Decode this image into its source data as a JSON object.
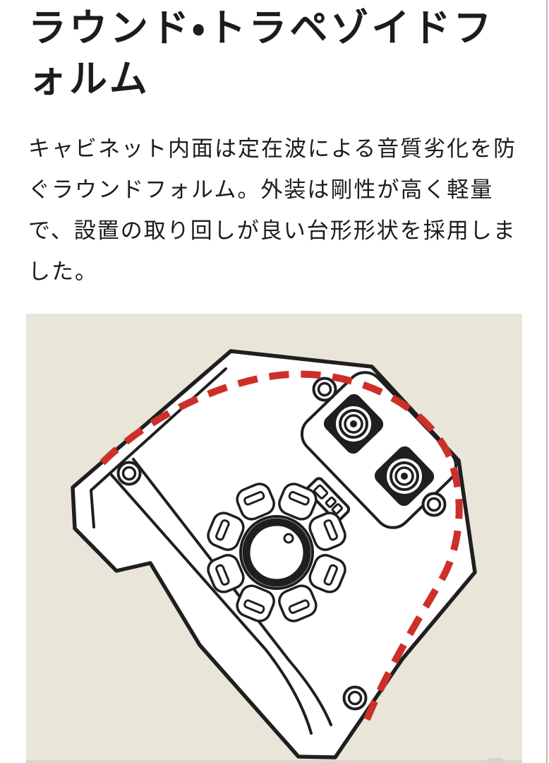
{
  "colors": {
    "page_bg": "#ffffff",
    "text": "#1c1c1c",
    "figure_bg": "#e9e5d8",
    "line": "#1f1f1f",
    "dash_red": "#cd2f29",
    "edge_line": "#b9b7b3",
    "peek_button": "#d6d2c8",
    "figure_strip": "#d9d5c9"
  },
  "article": {
    "title": "ラウンド・トラペゾイドフォルム",
    "body": "キャビネット内面は定在波による音質劣化を防ぐラウンドフォルム。外装は剛性が高く軽量で、設置の取り回しが良い台形形状を採用しました。"
  },
  "figure": {
    "components": [
      "cabinet-outline",
      "round-form-dashed-curve",
      "speakon-connector-upper",
      "speakon-connector-lower",
      "connector-recess-panel",
      "switch-block",
      "pole-mount-socket",
      "screw-hole-top",
      "screw-hole-left",
      "screw-hole-right",
      "screw-hole-bottom"
    ]
  }
}
